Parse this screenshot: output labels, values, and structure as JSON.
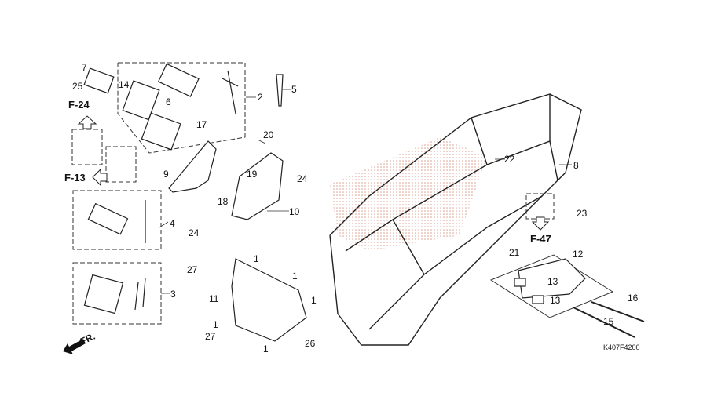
{
  "diagram_code": "K407F4200",
  "front_indicator": "FR.",
  "references": [
    "F-24",
    "F-13",
    "F-47"
  ],
  "callouts": [
    "7",
    "25",
    "14",
    "6",
    "2",
    "5",
    "17",
    "20",
    "22",
    "8",
    "9",
    "19",
    "24",
    "18",
    "10",
    "24",
    "4",
    "23",
    "21",
    "12",
    "27",
    "1",
    "1",
    "11",
    "1",
    "3",
    "13",
    "13",
    "16",
    "1",
    "27",
    "26",
    "1",
    "15"
  ],
  "colors": {
    "line": "#333333",
    "hatch": "#d9a090"
  }
}
